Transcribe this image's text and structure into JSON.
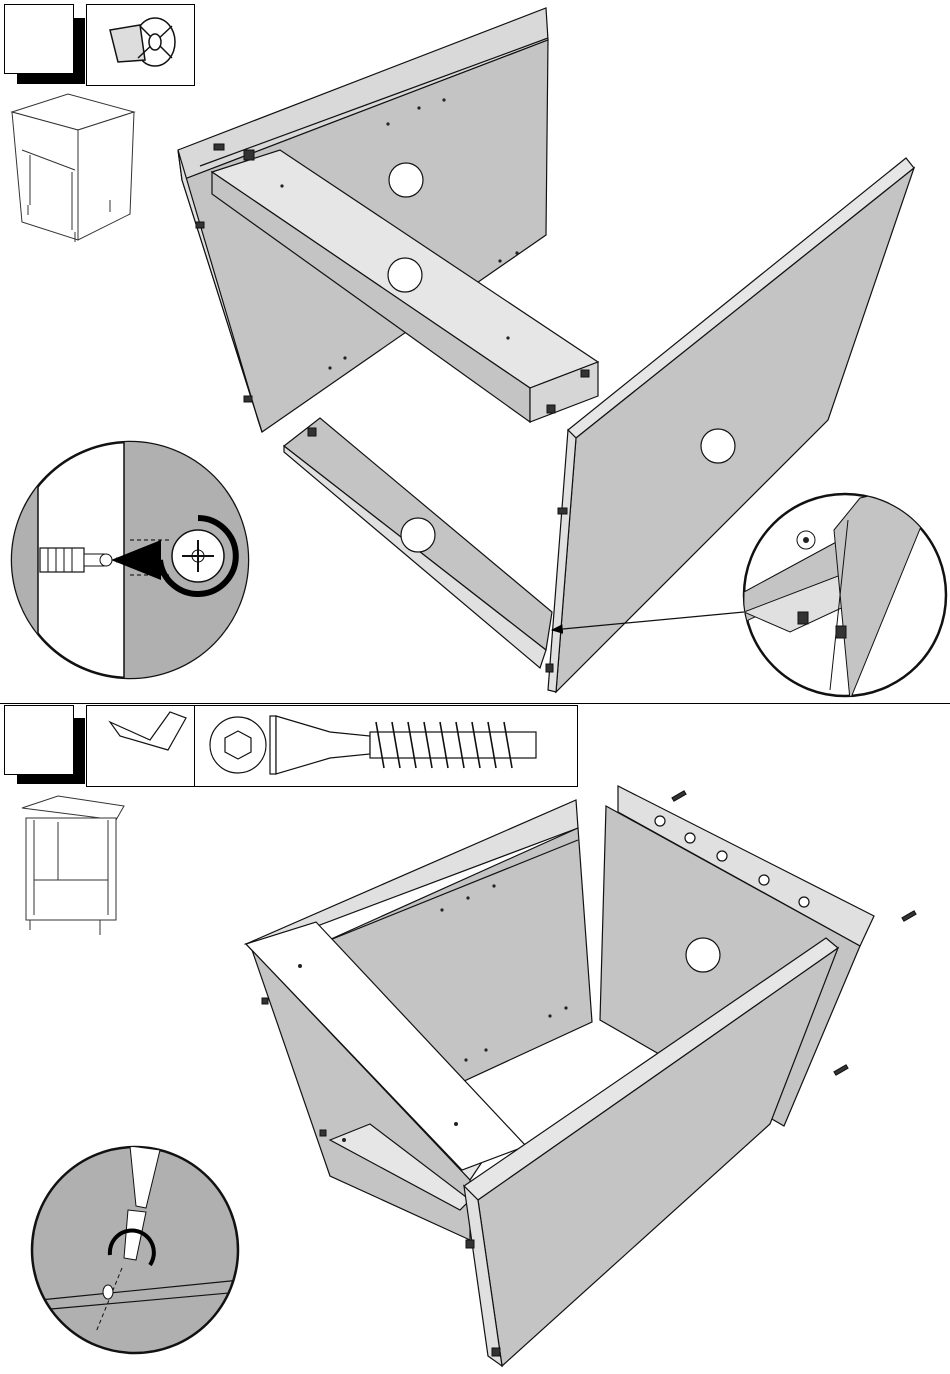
{
  "steps": [
    {
      "number": "",
      "hardware": [
        "cam-lock-fitting"
      ]
    },
    {
      "number": "",
      "hardware": [
        "allen-key",
        "confirmat-screw"
      ]
    }
  ],
  "colors": {
    "panel": "#c4c4c4",
    "panel_edge": "#e8e8e8",
    "line": "#1a1a1a",
    "detail_bg": "#b0b0b0",
    "hole": "#ffffff"
  }
}
